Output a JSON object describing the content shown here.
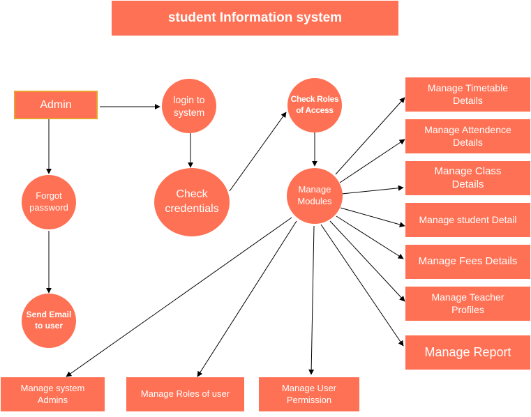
{
  "title": "student Information system",
  "nodes": {
    "admin": "Admin",
    "login": "login to\nsystem",
    "check_roles": "Check Roles\nof Access",
    "forgot": "Forgot\npassword",
    "check_credentials": "Check\ncredentials",
    "manage_modules": "Manage\nModules",
    "send_email": "Send Email\nto user",
    "timetable": "Manage Timetable\nDetails",
    "attendence": "Manage Attendence\nDetails",
    "class": "Manage Class\nDetails",
    "student": "Manage student Detail",
    "fees": "Manage Fees Details",
    "teacher": "Manage Teacher\nProfiles",
    "report": "Manage Report",
    "system_admins": "Manage system\nAdmins",
    "roles_user": "Manage Roles of user",
    "user_permission": "Manage User\nPermission"
  },
  "colors": {
    "node_fill": "#ff7154",
    "node_text": "#ffffff",
    "admin_border": "#e8a22e",
    "edge": "#000000"
  }
}
